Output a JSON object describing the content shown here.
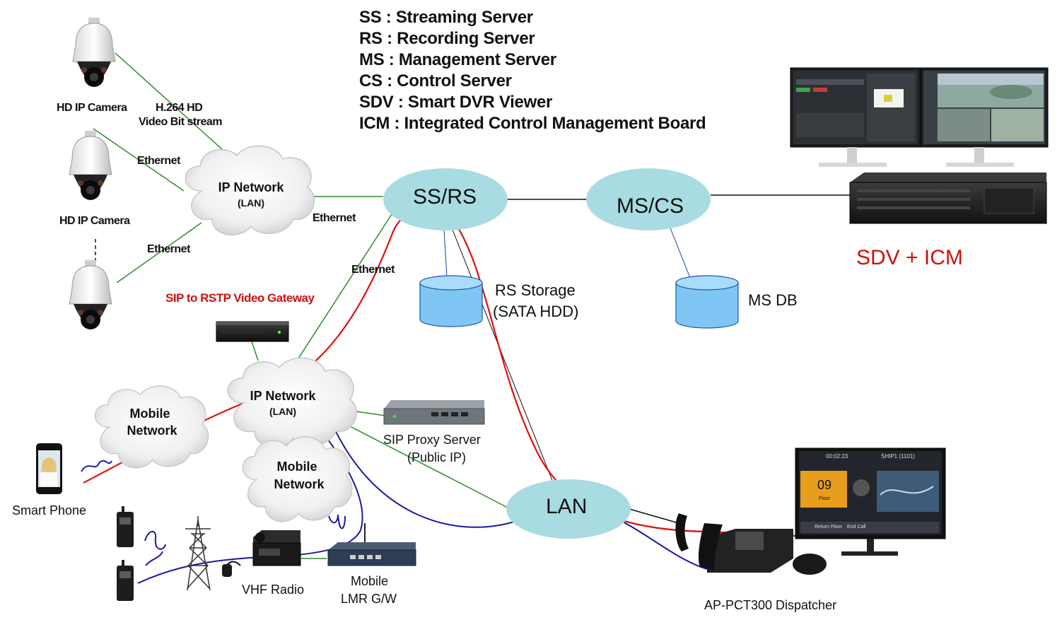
{
  "legend": [
    "SS : Streaming Server",
    "RS : Recording Server",
    "MS : Management Server",
    "CS : Control Server",
    "SDV : Smart DVR Viewer",
    "ICM : Integrated Control Management Board"
  ],
  "cameras": {
    "top_label": "HD IP Camera",
    "middle_label": "HD IP Camera"
  },
  "links": {
    "h264_line1": "H.264 HD",
    "h264_line2": "Video Bit stream",
    "ethernet_1": "Ethernet",
    "ethernet_2": "Ethernet",
    "ethernet_3": "Ethernet",
    "ethernet_4": "Ethernet"
  },
  "clouds": {
    "ip_network_top": "IP Network",
    "ip_network_top_sub": "(LAN)",
    "ip_network_mid": "IP Network",
    "ip_network_mid_sub": "(LAN)",
    "mobile_1_line1": "Mobile",
    "mobile_1_line2": "Network",
    "mobile_2_line1": "Mobile",
    "mobile_2_line2": "Network"
  },
  "nodes": {
    "ss_rs": "SS/RS",
    "ms_cs": "MS/CS",
    "lan": "LAN"
  },
  "storage": {
    "rs_line1": "RS Storage",
    "rs_line2": "(SATA HDD)",
    "ms_db": "MS DB"
  },
  "devices": {
    "sip_gateway": "SIP to RSTP Video Gateway",
    "sip_proxy_line1": "SIP Proxy Server",
    "sip_proxy_line2": "(Public IP)",
    "smart_phone": "Smart Phone",
    "vhf_radio": "VHF Radio",
    "mobile_lmr_line1": "Mobile",
    "mobile_lmr_line2": "LMR G/W",
    "dispatcher": "AP-PCT300 Dispatcher",
    "sdv_icm": "SDV + ICM"
  },
  "dispatcher_screen": {
    "time": "00:02:23",
    "channel": "SHIP1 (1101)",
    "floor_number": "09",
    "floor_label": "Floor",
    "return_button": "Return Floor",
    "end_button": "End Call"
  },
  "colors": {
    "ethernet_line": "#2e8b2e",
    "sip_path": "#e01010",
    "radio_path": "#1a1aa8",
    "node_fill": "#a8dce2",
    "storage_fill": "#7fc6f4",
    "sdv_label": "#cc1111"
  }
}
